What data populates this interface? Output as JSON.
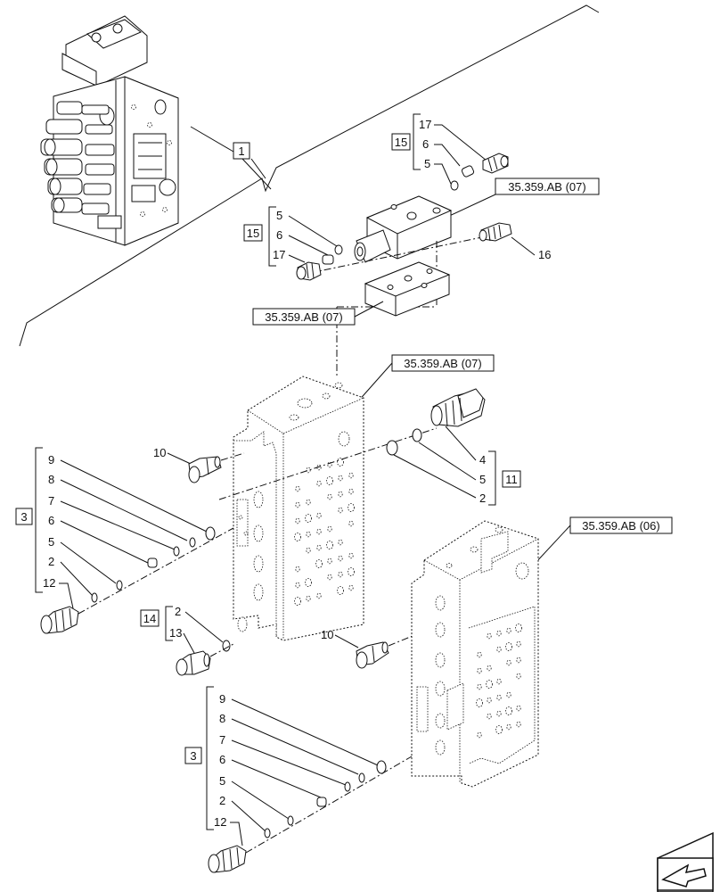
{
  "callouts": {
    "c1": "1",
    "c15a": "15",
    "c15b": "15",
    "c11": "11",
    "c3a": "3",
    "c3b": "3",
    "c14": "14"
  },
  "refs": {
    "r_top": "35.359.AB (07)",
    "r_mid": "35.359.AB (07)",
    "r_block": "35.359.AB (07)",
    "r_right": "35.359.AB (06)"
  },
  "labels": {
    "g15a": [
      "17",
      "6",
      "5"
    ],
    "g15b": [
      "5",
      "6",
      "17"
    ],
    "n16": "16",
    "g11": [
      "4",
      "5",
      "2"
    ],
    "n10a": "10",
    "n10b": "10",
    "g3a": [
      "9",
      "8",
      "7",
      "6",
      "5",
      "2",
      "12"
    ],
    "g14": [
      "2",
      "13"
    ],
    "g3b": [
      "9",
      "8",
      "7",
      "6",
      "5",
      "2",
      "12"
    ]
  },
  "icons": {
    "nav": "arrow-next-page-icon"
  }
}
